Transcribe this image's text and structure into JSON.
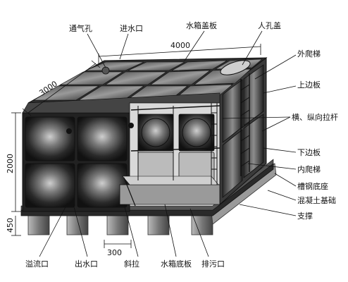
{
  "labels": {
    "vent_hole": "通气孔",
    "inlet": "进水口",
    "tank_cover": "水箱盖板",
    "manhole_cover": "人孔盖",
    "outer_ladder": "外爬梯",
    "top_edge_plate": "上边板",
    "tie_rods": "横、纵向拉杆",
    "bottom_edge_plate": "下边板",
    "inner_ladder": "内爬梯",
    "channel_base": "槽钢底座",
    "concrete_foundation": "混凝土基础",
    "support": "支撑",
    "overflow": "溢流口",
    "outlet": "出水口",
    "diagonal_brace": "斜拉",
    "tank_bottom_plate": "水箱底板",
    "drain": "排污口"
  },
  "dimensions": {
    "length": "4000",
    "width": "3000",
    "height": "2000",
    "base_height": "450",
    "spacing": "300"
  },
  "colors": {
    "panel_dark": "#1a1a1a",
    "panel_mid": "#3a3a3a",
    "panel_light": "#bdbdbd",
    "line": "#111111",
    "support": "#8a8a8a"
  }
}
